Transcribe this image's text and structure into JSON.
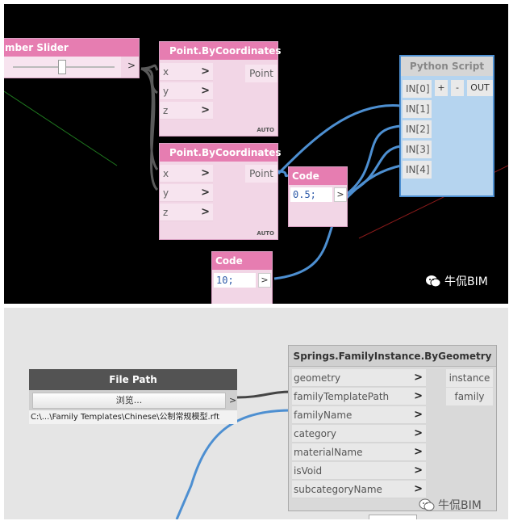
{
  "top": {
    "number_slider": {
      "title": "mber Slider",
      "out": ">"
    },
    "point_node_1": {
      "title": "Point.ByCoordinates",
      "inputs": [
        "x",
        "y",
        "z"
      ],
      "output": "Point",
      "lacing": "AUTO"
    },
    "point_node_2": {
      "title": "Point.ByCoordinates",
      "inputs": [
        "x",
        "y",
        "z"
      ],
      "output": "Point",
      "lacing": "AUTO"
    },
    "code_block_1": {
      "title": "Code Block",
      "code": "0.5;",
      "out": ">"
    },
    "code_block_2": {
      "title": "Code Block",
      "code": "10;",
      "out": ">"
    },
    "python_script": {
      "title": "Python Script",
      "inputs": [
        "IN[0]",
        "IN[1]",
        "IN[2]",
        "IN[3]",
        "IN[4]"
      ],
      "add_label": "+",
      "remove_label": "-",
      "output": "OUT"
    },
    "watermark": "牛侃BIM"
  },
  "bottom": {
    "file_path": {
      "title": "File Path",
      "browse_label": "浏览...",
      "out": ">",
      "path": "C:\\...\\Family Templates\\Chinese\\公制常规模型.rft"
    },
    "springs_node": {
      "title": "Springs.FamilyInstance.ByGeometry",
      "inputs": [
        "geometry",
        "familyTemplatePath",
        "familyName",
        "category",
        "materialName",
        "isVoid",
        "subcategoryName"
      ],
      "outputs": [
        "instance",
        "family"
      ]
    },
    "watermark": "牛侃BIM"
  },
  "chevron": ">",
  "colors": {
    "canvas_dark": "#000000",
    "canvas_light": "#e5e5e5",
    "node_header_pink": "#e67db1",
    "node_body_pink": "#f2d6e6",
    "wire_blue": "#4d8fd1",
    "wire_gray": "#555555",
    "code_blue": "#2d59a8"
  }
}
